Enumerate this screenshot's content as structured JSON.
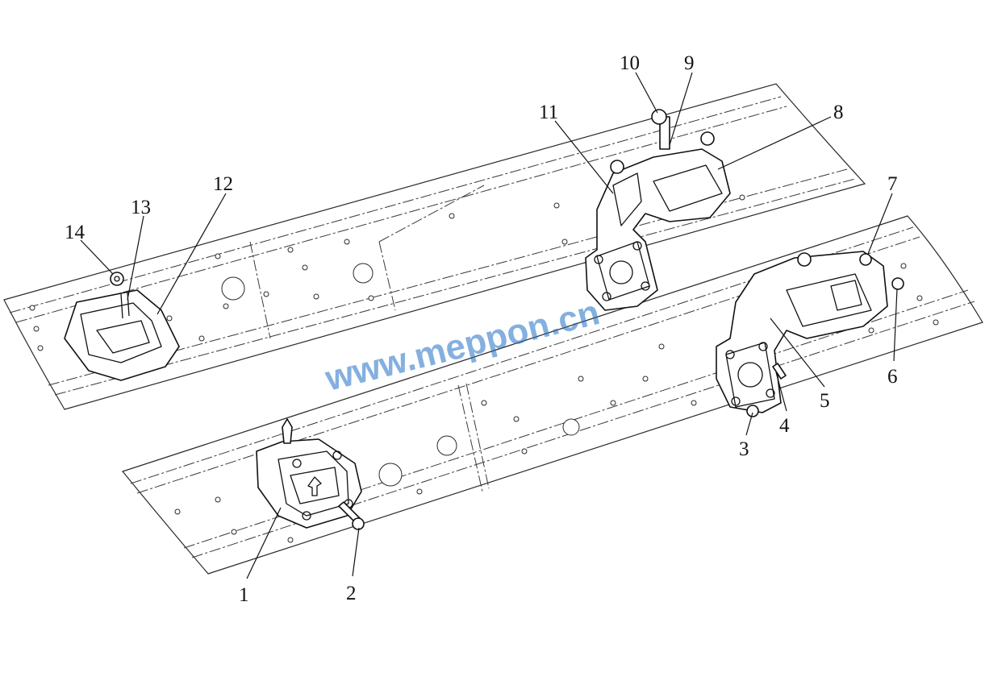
{
  "watermark": "www.meppon.cn",
  "callouts": {
    "c1": "1",
    "c2": "2",
    "c3": "3",
    "c4": "4",
    "c5": "5",
    "c6": "6",
    "c7": "7",
    "c8": "8",
    "c9": "9",
    "c10": "10",
    "c11": "11",
    "c12": "12",
    "c13": "13",
    "c14": "14"
  },
  "colors": {
    "line": "#111111",
    "watermark": "#1f6fc4",
    "background": "#ffffff"
  }
}
